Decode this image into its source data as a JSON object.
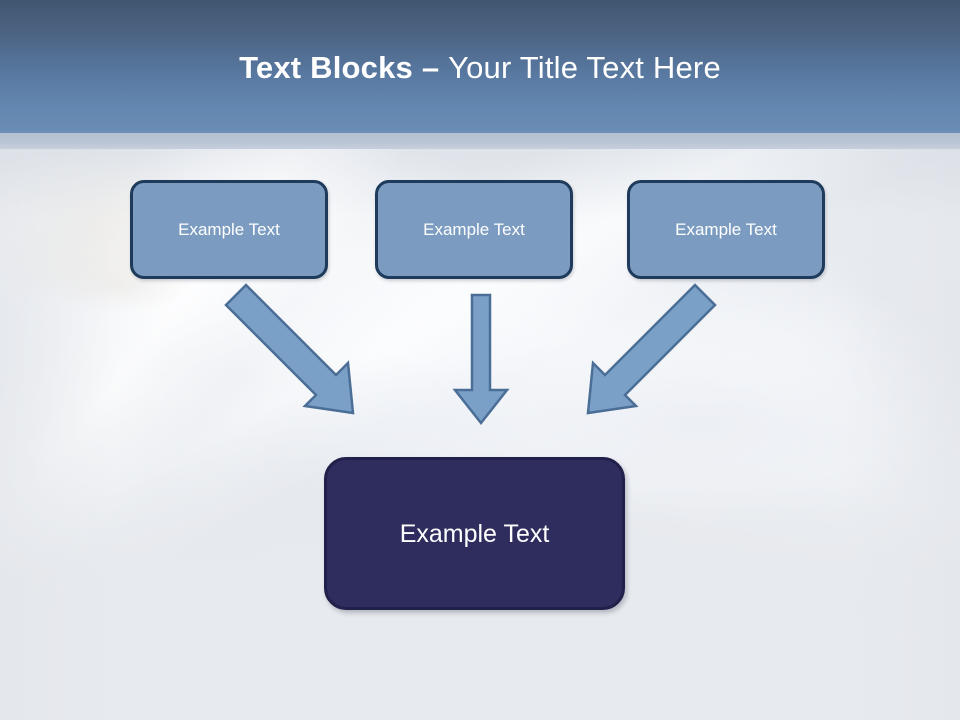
{
  "slide": {
    "title_strong": "Text Blocks ",
    "title_separator": "– ",
    "title_rest": "Your Title Text Here",
    "background_description": "faded photo of person in white clothing"
  },
  "colors": {
    "header_gradient_top": "#41566f",
    "header_gradient_bottom": "#6a8cb5",
    "header_underline": "#b9c4d5",
    "body_background": "#e7eaee",
    "top_box_fill": "#7b9cc0",
    "top_box_border": "#1f3b5c",
    "bottom_box_fill": "#2e2d5e",
    "bottom_box_border": "#21204a",
    "arrow_fill": "#7ba0c8",
    "arrow_border": "#4a6e96",
    "text_on_box": "#ffffff",
    "title_text": "#ffffff"
  },
  "diagram": {
    "type": "convergent-flow",
    "top_boxes": [
      {
        "label": "Example Text"
      },
      {
        "label": "Example Text"
      },
      {
        "label": "Example Text"
      }
    ],
    "bottom_box": {
      "label": "Example Text"
    },
    "arrows": [
      {
        "name": "arrow-diagonal-down-right",
        "from": "top-box-1",
        "to": "bottom-box",
        "direction": "down-right"
      },
      {
        "name": "arrow-down",
        "from": "top-box-2",
        "to": "bottom-box",
        "direction": "down"
      },
      {
        "name": "arrow-diagonal-down-left",
        "from": "top-box-3",
        "to": "bottom-box",
        "direction": "down-left"
      }
    ]
  }
}
